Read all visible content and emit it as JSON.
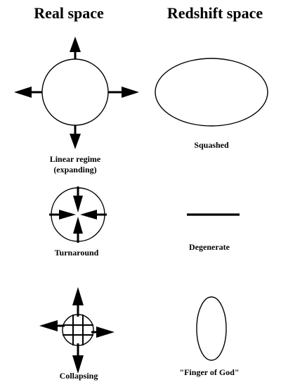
{
  "headers": {
    "real_space": "Real space",
    "redshift_space": "Redshift space"
  },
  "labels": {
    "linear_line1": "Linear regime",
    "linear_line2": "(expanding)",
    "squashed": "Squashed",
    "turnaround": "Turnaround",
    "degenerate": "Degenerate",
    "collapsing": "Collapsing",
    "finger_of_god": "\"Finger of God\""
  }
}
